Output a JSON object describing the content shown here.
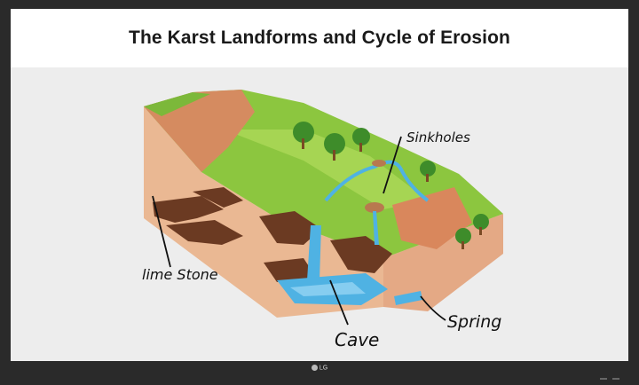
{
  "slide": {
    "title": "The Karst Landforms and Cycle of Erosion"
  },
  "labels": {
    "sinkholes": "Sinkholes",
    "limestone": "lime Stone",
    "cave": "Cave",
    "spring": "Spring"
  },
  "brand": {
    "logo_text": "LG"
  },
  "colors": {
    "grass": "#8cc63f",
    "grass_dark": "#5fa832",
    "rock": "#e8b48c",
    "rock_dark": "#c98463",
    "cave": "#6b3a22",
    "water": "#4fb2e3",
    "bezel": "#2a2a2a"
  }
}
